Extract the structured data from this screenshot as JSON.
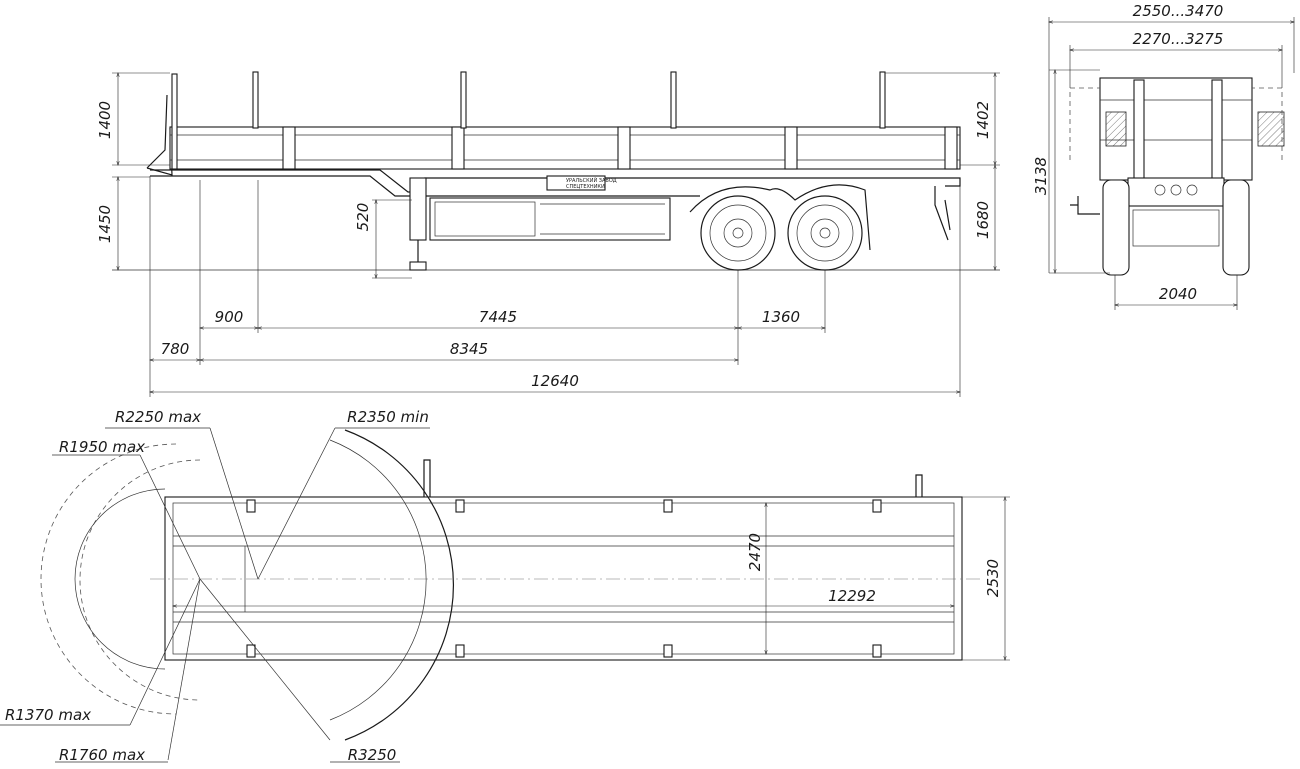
{
  "side_view": {
    "dims": {
      "stake_height": "1400",
      "deck_height": "1450",
      "support_travel": "520",
      "rear_stake_height": "1402",
      "rear_deck_height": "1680",
      "kingpin_offset": "900",
      "axle_base_front": "7445",
      "axle_spacing": "1360",
      "front_overhang": "780",
      "kingpin_to_axle": "8345",
      "overall_length": "12640"
    },
    "nameplate_line1": "УРАЛЬСКИЙ ЗАВОД",
    "nameplate_line2": "СПЕЦТЕХНИКИ"
  },
  "rear_view": {
    "dims": {
      "outer_width": "2550...3470",
      "inner_width": "2270...3275",
      "height": "3138",
      "track": "2040"
    }
  },
  "top_view": {
    "dims": {
      "r_2250": "R2250 max",
      "r_1950": "R1950 max",
      "r_2350": "R2350 min",
      "r_1370": "R1370 max",
      "r_1760": "R1760 max",
      "r_3250": "R3250",
      "inner_width": "2470",
      "platform_length": "12292",
      "overall_width": "2530"
    }
  },
  "colors": {
    "line": "#1a1a1a",
    "background": "#ffffff"
  }
}
